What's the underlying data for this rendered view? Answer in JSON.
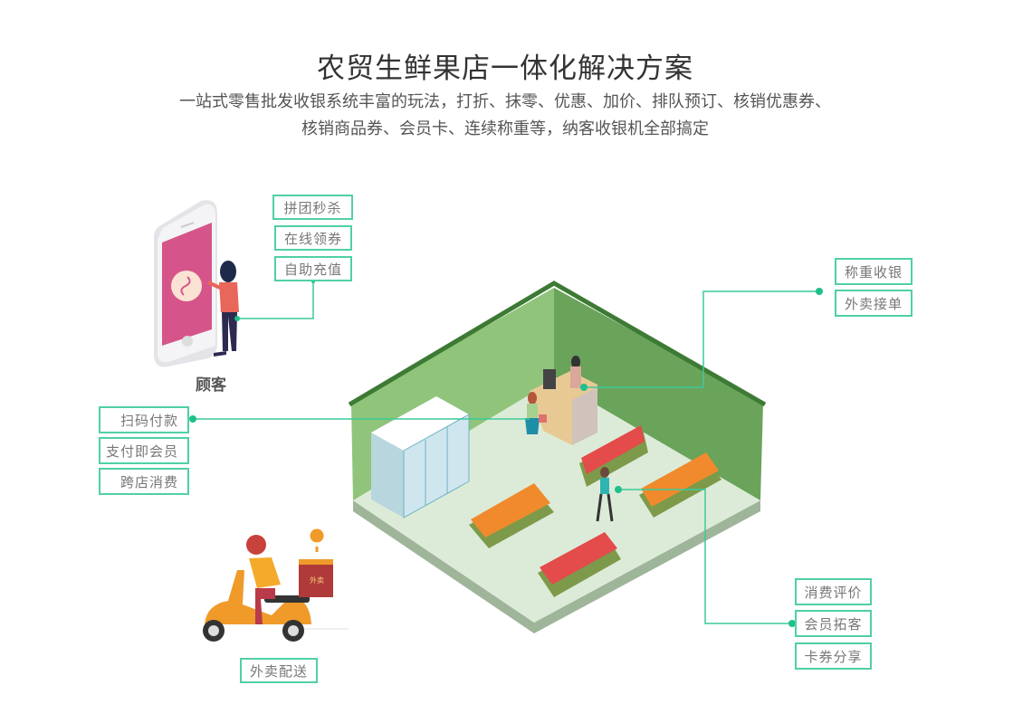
{
  "header": {
    "title": "农贸生鲜果店一体化解决方案",
    "subtitle_line1": "一站式零售批发收银系统丰富的玩法，打折、抹零、优惠、加价、排队预订、核销优惠券、",
    "subtitle_line2": "核销商品券、会员卡、连续称重等，纳客收银机全部搞定"
  },
  "customer": {
    "label": "顾客",
    "features": [
      "拼团秒杀",
      "在线领券",
      "自助充值"
    ]
  },
  "payment": {
    "features": [
      "扫码付款",
      "支付即会员",
      "跨店消费"
    ]
  },
  "cashier": {
    "features": [
      "称重收银",
      "外卖接单"
    ]
  },
  "member": {
    "features": [
      "消费评价",
      "会员拓客",
      "卡券分享"
    ]
  },
  "delivery": {
    "label": "外卖配送",
    "box_text": "外卖"
  },
  "colors": {
    "accent": "#4fd0a4",
    "connector": "#3cc99a",
    "wall_left": "#8fc47a",
    "wall_right": "#6aa35a",
    "floor": "#dcebd8"
  }
}
